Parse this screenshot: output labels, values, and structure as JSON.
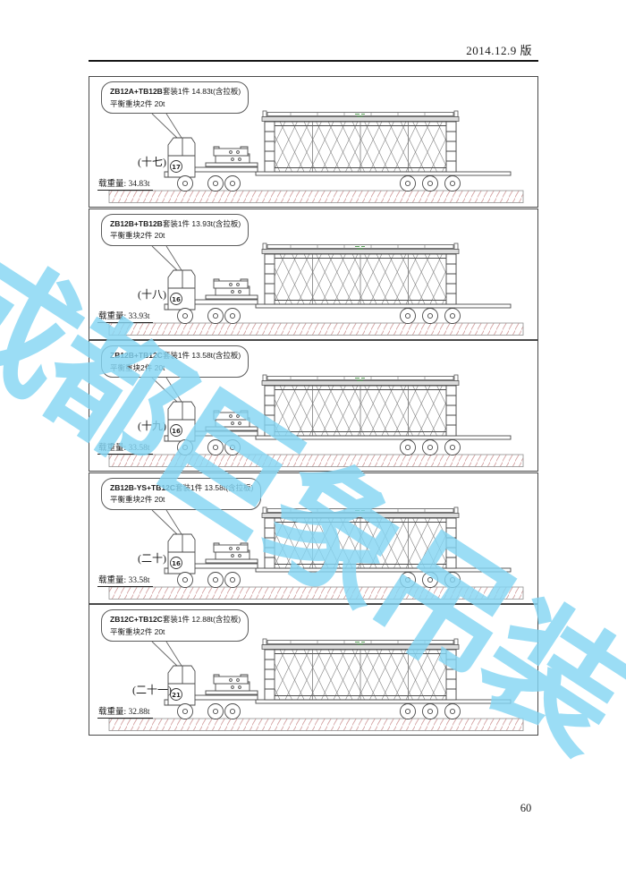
{
  "header": {
    "version_label": "2014.12.9 版"
  },
  "footer": {
    "page_number": "60"
  },
  "watermark": {
    "text": "成都巨象吊装",
    "color": "#85d6f3"
  },
  "colors": {
    "hatch": "#d4a2a2",
    "line": "#444444",
    "beam_mark_green": "#58a058",
    "watermark": "#85d6f3"
  },
  "panels": [
    {
      "bubble_code": "ZB12A+TB12B",
      "bubble_line1_rest": "套装1件  14.83t(含拉板)",
      "bubble_line2": "平衡重块2件 20t",
      "index_label": "(十七)",
      "truck_number": "17",
      "load_label": "载重量: 34.83t"
    },
    {
      "bubble_code": "ZB12B+TB12B",
      "bubble_line1_rest": "套装1件  13.93t(含拉板)",
      "bubble_line2": "平衡重块2件 20t",
      "index_label": "(十八)",
      "truck_number": "16",
      "load_label": "载重量: 33.93t"
    },
    {
      "bubble_code": "ZB12B+TB12C",
      "bubble_line1_rest": "套装1件  13.58t(含拉板)",
      "bubble_line2": "平衡重块2件 20t",
      "index_label": "(十九)",
      "truck_number": "16",
      "load_label": "载重量: 33.58t"
    },
    {
      "bubble_code": "ZB12B-YS+TB12C",
      "bubble_line1_rest": "套装1件  13.58t(含拉板)",
      "bubble_line2": "平衡重块2件 20t",
      "index_label": "(二十)",
      "truck_number": "16",
      "load_label": "载重量: 33.58t"
    },
    {
      "bubble_code": "ZB12C+TB12C",
      "bubble_line1_rest": "套装1件  12.88t(含拉板)",
      "bubble_line2": "平衡重块2件 20t",
      "index_label": "(二十一)",
      "truck_number": "21",
      "load_label": "载重量: 32.88t"
    }
  ]
}
